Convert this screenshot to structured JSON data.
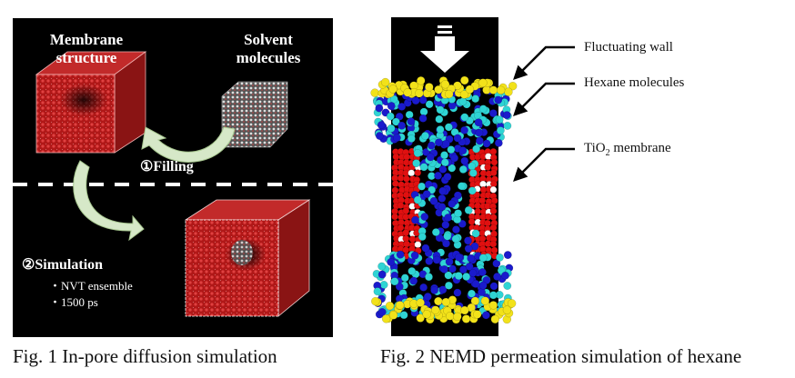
{
  "fig1": {
    "membrane_label": "Membrane\nstructure",
    "solvent_label": "Solvent\nmolecules",
    "step1": "①Filling",
    "step2": "②Simulation",
    "bullets": [
      "・NVT ensemble",
      "・1500 ps"
    ],
    "caption": "Fig. 1 In-pore diffusion simulation"
  },
  "fig2": {
    "labels": {
      "wall": "Fluctuating wall",
      "hexane": "Hexane molecules",
      "membrane_prefix": "TiO",
      "membrane_sub": "2",
      "membrane_suffix": " membrane"
    },
    "caption": "Fig. 2 NEMD permeation simulation of hexane",
    "colors": {
      "wall": "#f2e21a",
      "hexane_c": "#1a1acc",
      "hexane_h": "#2fd4d4",
      "membrane": "#e01010"
    }
  }
}
